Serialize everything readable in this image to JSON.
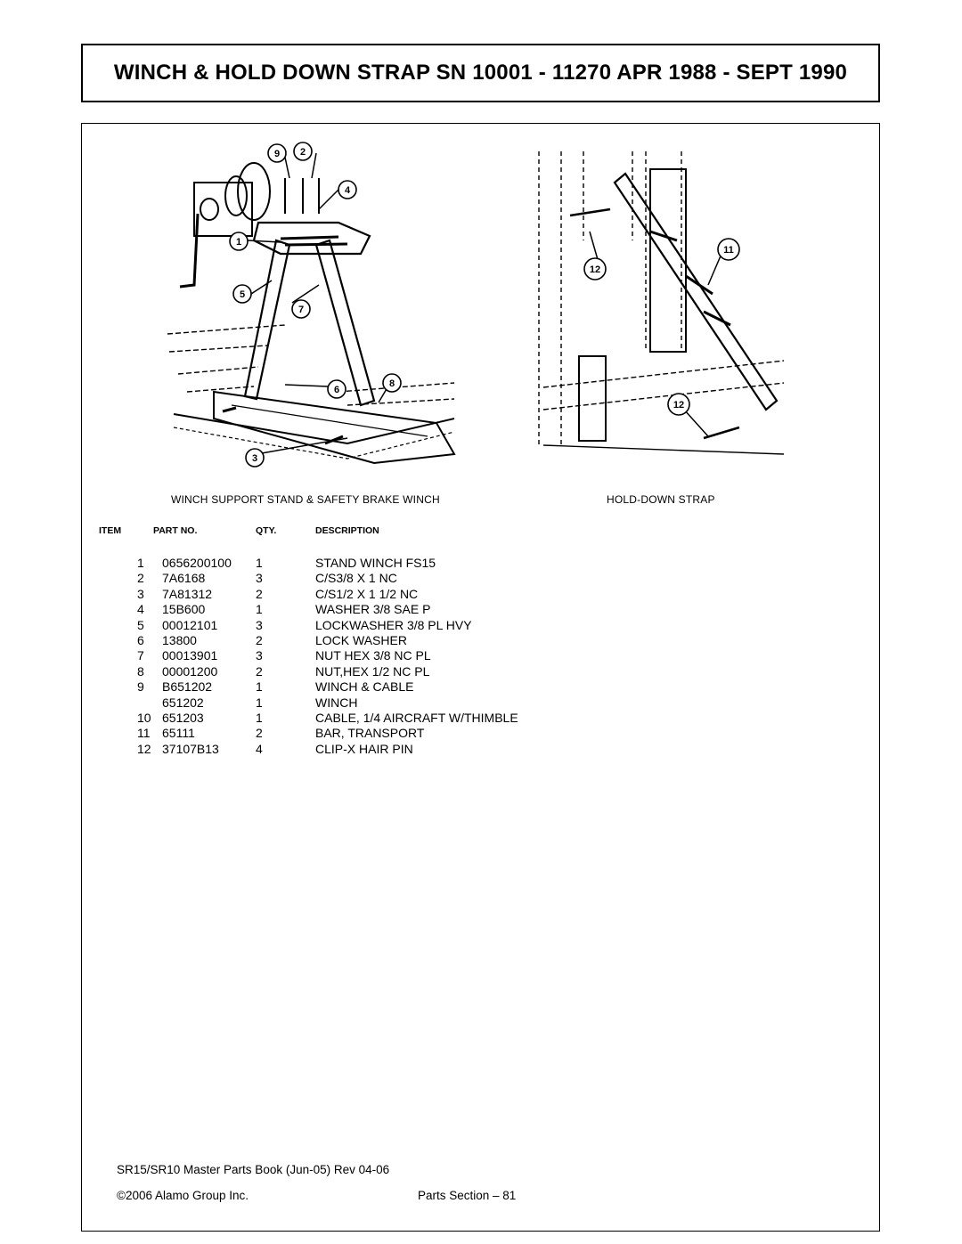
{
  "title": "WINCH & HOLD DOWN STRAP SN 10001 - 11270 APR 1988 - SEPT 1990",
  "figures": {
    "left_caption": "WINCH SUPPORT STAND & SAFETY BRAKE WINCH",
    "right_caption": "HOLD-DOWN STRAP",
    "left_callouts": [
      "9",
      "2",
      "4",
      "1",
      "5",
      "7",
      "6",
      "8",
      "3"
    ],
    "right_callouts": [
      "11",
      "12",
      "12"
    ],
    "figure_type": "exploded parts line drawing"
  },
  "table": {
    "headers": {
      "item": "ITEM",
      "part_no": "PART NO.",
      "qty": "QTY.",
      "description": "DESCRIPTION"
    },
    "rows": [
      {
        "item": "1",
        "part_no": "0656200100",
        "qty": "1",
        "description": "STAND WINCH FS15"
      },
      {
        "item": "2",
        "part_no": "7A6168",
        "qty": "3",
        "description": "C/S3/8 X 1 NC"
      },
      {
        "item": "3",
        "part_no": "7A81312",
        "qty": "2",
        "description": "C/S1/2 X 1 1/2 NC"
      },
      {
        "item": "4",
        "part_no": "15B600",
        "qty": "1",
        "description": "WASHER 3/8 SAE P"
      },
      {
        "item": "5",
        "part_no": "00012101",
        "qty": "3",
        "description": "LOCKWASHER 3/8 PL HVY"
      },
      {
        "item": "6",
        "part_no": "13800",
        "qty": "2",
        "description": "LOCK WASHER"
      },
      {
        "item": "7",
        "part_no": "00013901",
        "qty": "3",
        "description": "NUT HEX 3/8 NC PL"
      },
      {
        "item": "8",
        "part_no": "00001200",
        "qty": "2",
        "description": "NUT,HEX 1/2 NC PL"
      },
      {
        "item": "9",
        "part_no": "B651202",
        "qty": "1",
        "description": "WINCH & CABLE"
      },
      {
        "item": "",
        "part_no": "651202",
        "qty": "1",
        "description": "WINCH"
      },
      {
        "item": "10",
        "part_no": "651203",
        "qty": "1",
        "description": "CABLE, 1/4 AIRCRAFT W/THIMBLE"
      },
      {
        "item": "11",
        "part_no": "65111",
        "qty": "2",
        "description": "BAR, TRANSPORT"
      },
      {
        "item": "12",
        "part_no": "37107B13",
        "qty": "4",
        "description": "CLIP-X HAIR PIN"
      }
    ]
  },
  "footer": {
    "book": "SR15/SR10 Master Parts Book (Jun-05) Rev 04-06",
    "copyright": "©2006 Alamo Group Inc.",
    "section": "Parts Section – 81"
  }
}
